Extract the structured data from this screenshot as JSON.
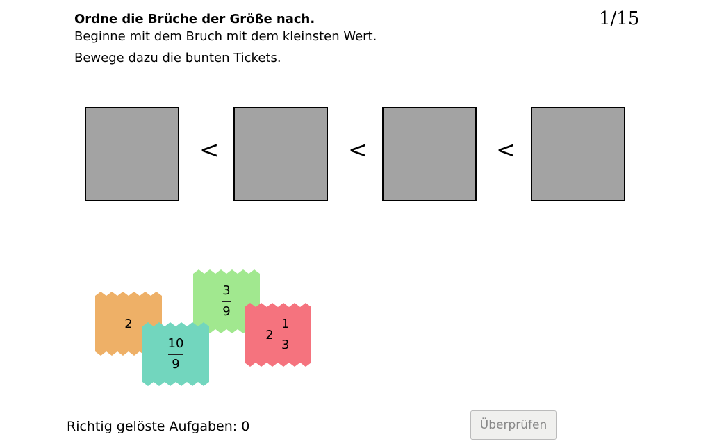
{
  "header": {
    "title": "Ordne die Brüche der Größe nach.",
    "line1": "Beginne mit dem Bruch mit dem kleinsten Wert.",
    "line2": "Bewege dazu die bunten Tickets.",
    "counter": "1/15"
  },
  "slots": {
    "comparator": "<",
    "count": 4
  },
  "tickets": [
    {
      "whole": "2",
      "num": "",
      "den": "",
      "color": "#eeb067"
    },
    {
      "whole": "",
      "num": "3",
      "den": "9",
      "color": "#a1e88f"
    },
    {
      "whole": "",
      "num": "10",
      "den": "9",
      "color": "#72d6be"
    },
    {
      "whole": "2",
      "num": "1",
      "den": "3",
      "color": "#f5737e"
    }
  ],
  "footer": {
    "score_label": "Richtig gelöste Aufgaben: 0",
    "check_button": "Überprüfen"
  }
}
